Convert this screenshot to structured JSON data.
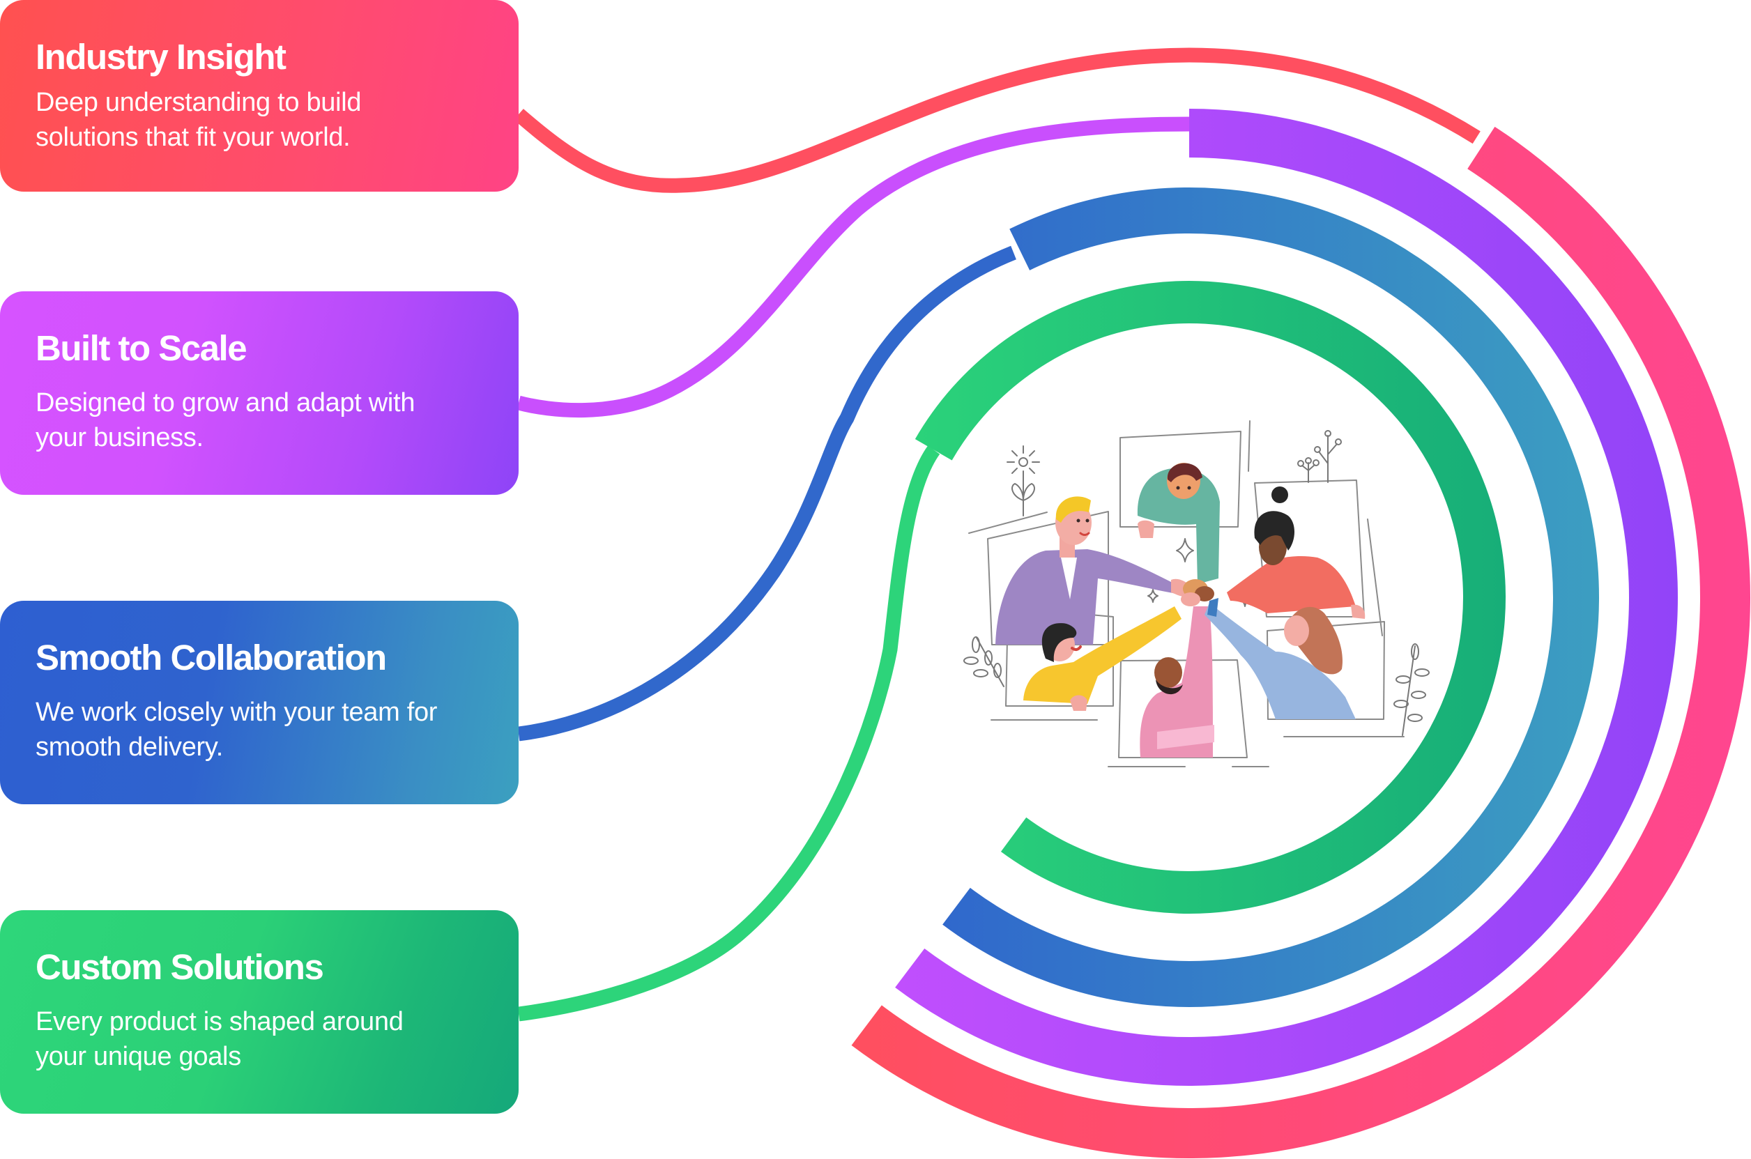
{
  "cards": [
    {
      "title": "Industry Insight",
      "description": "Deep understanding to build\nsolutions that fit your world.",
      "color_start": "#FF5150",
      "color_end": "#FF4385"
    },
    {
      "title": "Built to Scale",
      "description": " Designed to grow and adapt with\nyour business.",
      "color_start": "#D653FF",
      "color_end": "#8E44F7"
    },
    {
      "title": "Smooth Collaboration",
      "description": " We work closely with your team for\nsmooth delivery.",
      "color_start": "#2E5FD1",
      "color_end": "#3BA0C0"
    },
    {
      "title": "Custom Solutions",
      "description": " Every product is shaped around\nyour unique goals",
      "color_start": "#2ED67A",
      "color_end": "#15A87A"
    }
  ],
  "arcs": [
    {
      "name": "pink",
      "color_a": "#FF4D68",
      "color_b": "#FF468A"
    },
    {
      "name": "purple",
      "color_a": "#B94CFC",
      "color_b": "#9644F8"
    },
    {
      "name": "blue",
      "color_a": "#3170CB",
      "color_b": "#3C9EC1"
    },
    {
      "name": "green",
      "color_a": "#2ACF78",
      "color_b": "#19B078"
    }
  ],
  "illustration": {
    "subject": "team-hands-together-illustration"
  }
}
